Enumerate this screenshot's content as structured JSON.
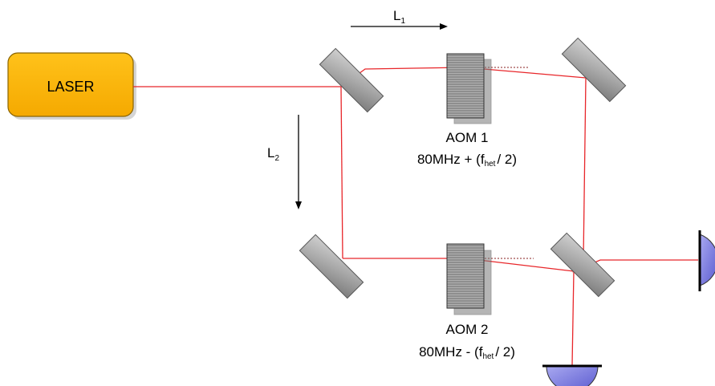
{
  "laser": {
    "label": "LASER",
    "fill": "#ffbf00",
    "stroke": "#c08a00"
  },
  "beam": {
    "color": "#e8262a"
  },
  "paths": {
    "l1": {
      "label": "L",
      "sub": "1"
    },
    "l2": {
      "label": "L",
      "sub": "2"
    }
  },
  "aom1": {
    "name": "AOM 1",
    "freq_prefix": "80MHz + (f",
    "freq_sub": "het",
    "freq_suffix": "/ 2)"
  },
  "aom2": {
    "name": "AOM 2",
    "freq_prefix": "80MHz - (f",
    "freq_sub": "het",
    "freq_suffix": "/ 2)"
  },
  "colors": {
    "mirror": "#9a9a9a",
    "aom": "#8c8c8c",
    "detector": "#6b6bd6"
  }
}
